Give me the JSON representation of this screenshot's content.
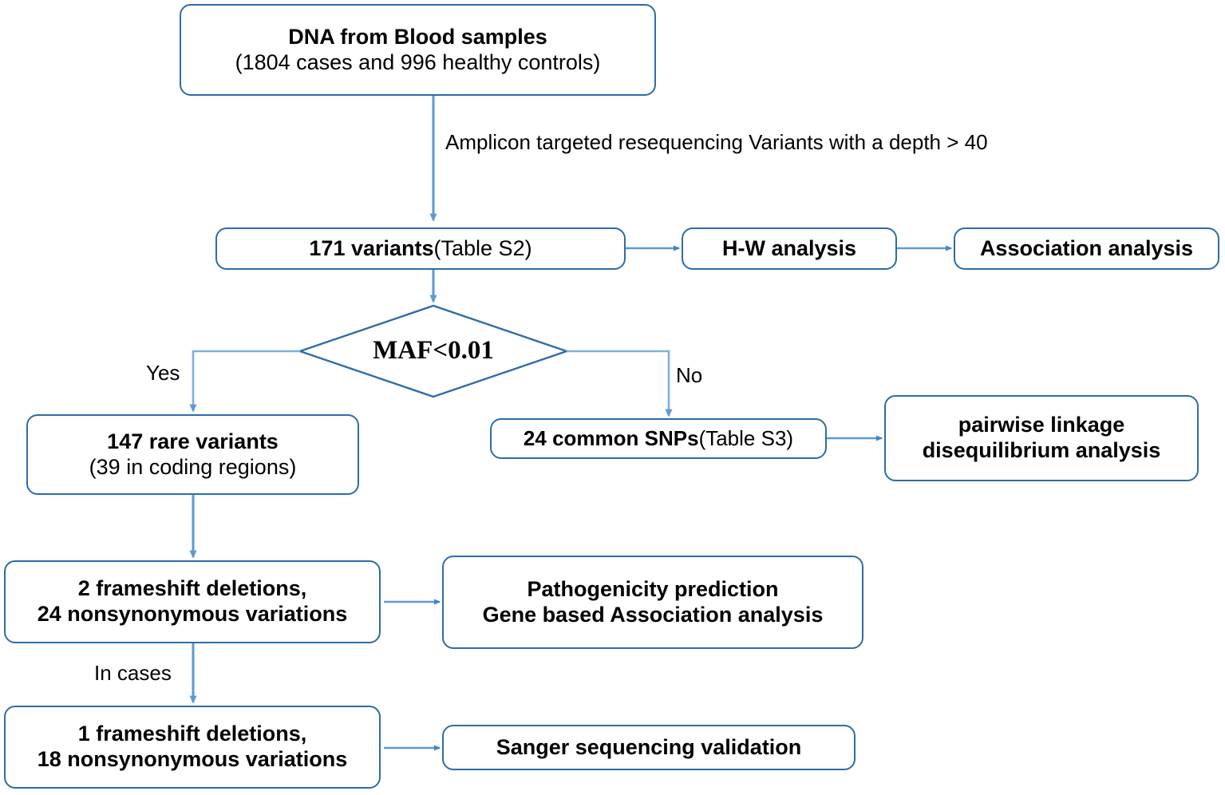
{
  "diagram": {
    "title": "Variant filtering and analysis workflow",
    "colors": {
      "node_border": "#2E6DA4",
      "connector": "#5B9BD5",
      "connector_light": "#8EB9E0",
      "text": "#000000",
      "background": "#FFFFFF"
    }
  },
  "nodes": {
    "dna_source": {
      "line1": "DNA from Blood samples",
      "line2": "(1804 cases and 996 healthy controls)"
    },
    "variants_171": {
      "bold": "171 variants",
      "normal": " (Table S2)"
    },
    "hw_analysis": {
      "label": "H-W analysis"
    },
    "association_analysis": {
      "label": "Association analysis"
    },
    "maf_decision": {
      "label": "MAF<0.01"
    },
    "rare_variants": {
      "line1": "147 rare variants",
      "line2": "(39 in coding regions)"
    },
    "common_snps": {
      "bold": "24 common SNPs",
      "normal": " (Table S3)"
    },
    "pairwise_ld": {
      "line1": "pairwise linkage",
      "line2": "disequilibrium analysis"
    },
    "deletions_2": {
      "line1": "2 frameshift deletions,",
      "line2": "24 nonsynonymous variations"
    },
    "pathogenicity": {
      "line1": "Pathogenicity prediction",
      "line2": "Gene based Association analysis"
    },
    "deletions_1": {
      "line1": "1 frameshift deletions,",
      "line2": "18 nonsynonymous variations"
    },
    "sanger": {
      "label": "Sanger sequencing validation"
    }
  },
  "edge_labels": {
    "resequencing_line1": "Amplicon targeted resequencing",
    "resequencing_line2": "Variants with a depth > 40",
    "yes": "Yes",
    "no": "No",
    "in_cases": "In cases"
  }
}
